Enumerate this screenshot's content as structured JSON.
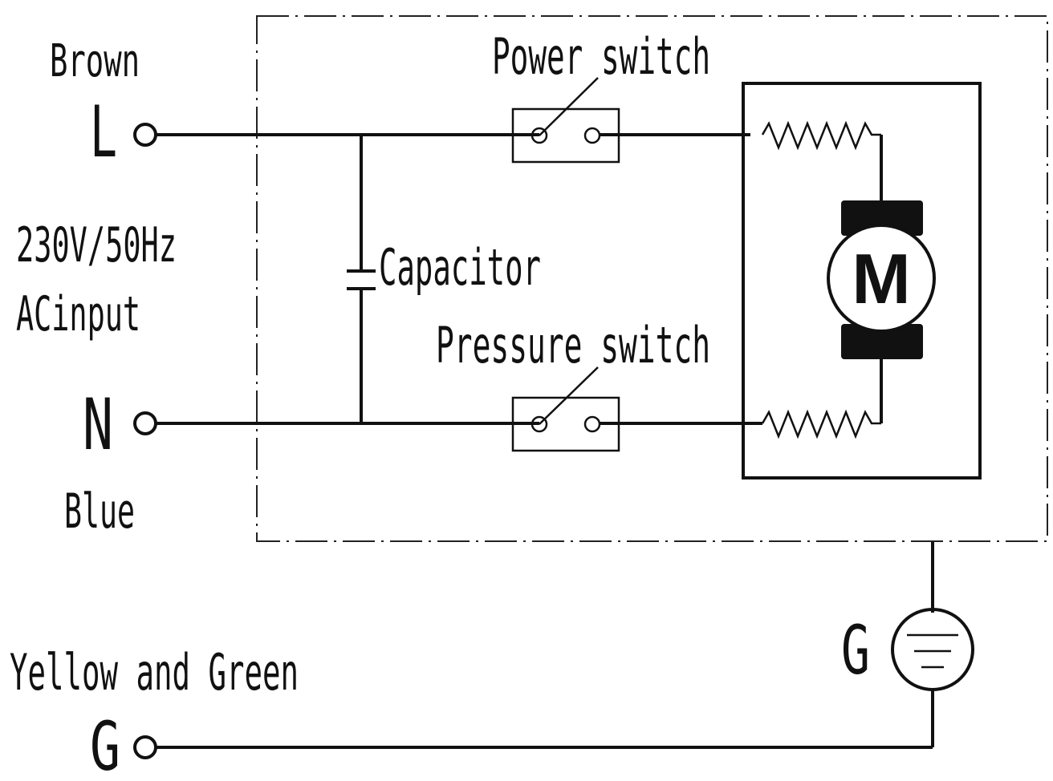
{
  "input": {
    "brown_label": "Brown",
    "L_label": "L",
    "voltage_label": "230V/50Hz",
    "ac_label": "ACinput",
    "N_label": "N",
    "blue_label": "Blue",
    "earth_wire_label": "Yellow and Green",
    "G_label": "G"
  },
  "components": {
    "power_switch_label": "Power switch",
    "pressure_switch_label": "Pressure switch",
    "capacitor_label": "Capacitor",
    "motor_letter": "M",
    "ground_label": "G"
  }
}
